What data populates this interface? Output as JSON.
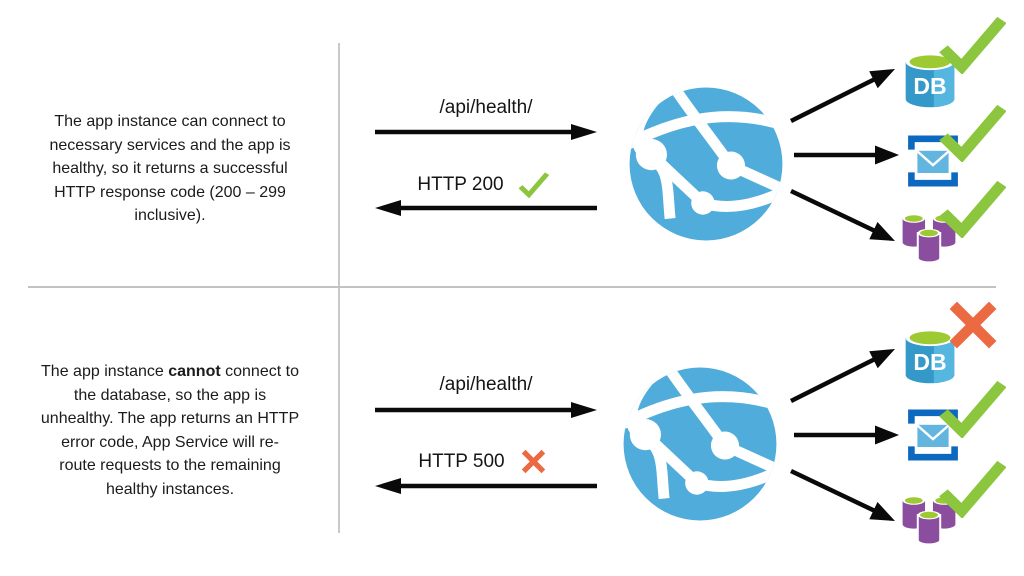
{
  "rows": [
    {
      "scenario": "healthy",
      "caption": {
        "lines": [
          "The app instance can connect to",
          "necessary services and the app is",
          "healthy, so it returns a successful",
          "HTTP response code (200 – 299",
          "inclusive)."
        ]
      },
      "request_label": "/api/health/",
      "response_label": "HTTP 200",
      "response_icon": "green-checkmark",
      "services": [
        {
          "name": "database",
          "icon": "db-cylinder",
          "status_icon": "green-checkmark"
        },
        {
          "name": "email",
          "icon": "mail-envelope",
          "status_icon": "green-checkmark"
        },
        {
          "name": "storage",
          "icon": "storage-cylinders",
          "status_icon": "green-checkmark"
        }
      ]
    },
    {
      "scenario": "unhealthy",
      "caption": {
        "line1_pre": "The app instance ",
        "line1_bold": "cannot",
        "line1_post": " connect to",
        "lines": [
          "the database, so the app is",
          "unhealthy. The app returns an HTTP",
          "error code, App Service will re-",
          "route requests to the remaining",
          "healthy instances."
        ]
      },
      "request_label": "/api/health/",
      "response_label": "HTTP 500",
      "response_icon": "orange-x",
      "services": [
        {
          "name": "database",
          "icon": "db-cylinder",
          "status_icon": "orange-x"
        },
        {
          "name": "email",
          "icon": "mail-envelope",
          "status_icon": "green-checkmark"
        },
        {
          "name": "storage",
          "icon": "storage-cylinders",
          "status_icon": "green-checkmark"
        }
      ]
    }
  ],
  "icons": {
    "db_label": "DB",
    "app_service": "globe-network-icon"
  },
  "colors": {
    "globe_blue": "#4FACDB",
    "db_blue": "#3498C8",
    "db_highlight": "#55B6DF",
    "top_green": "#9DC932",
    "bracket_blue": "#0D68BF",
    "envelope_blue": "#62B5DE",
    "storage_purple": "#8B4D9E",
    "check_green": "#8CC63F",
    "x_orange": "#EC6A41",
    "arrow_black": "#0a0a0a",
    "divider_gray": "#C9C9C9",
    "text_black": "#1B1B1B"
  }
}
